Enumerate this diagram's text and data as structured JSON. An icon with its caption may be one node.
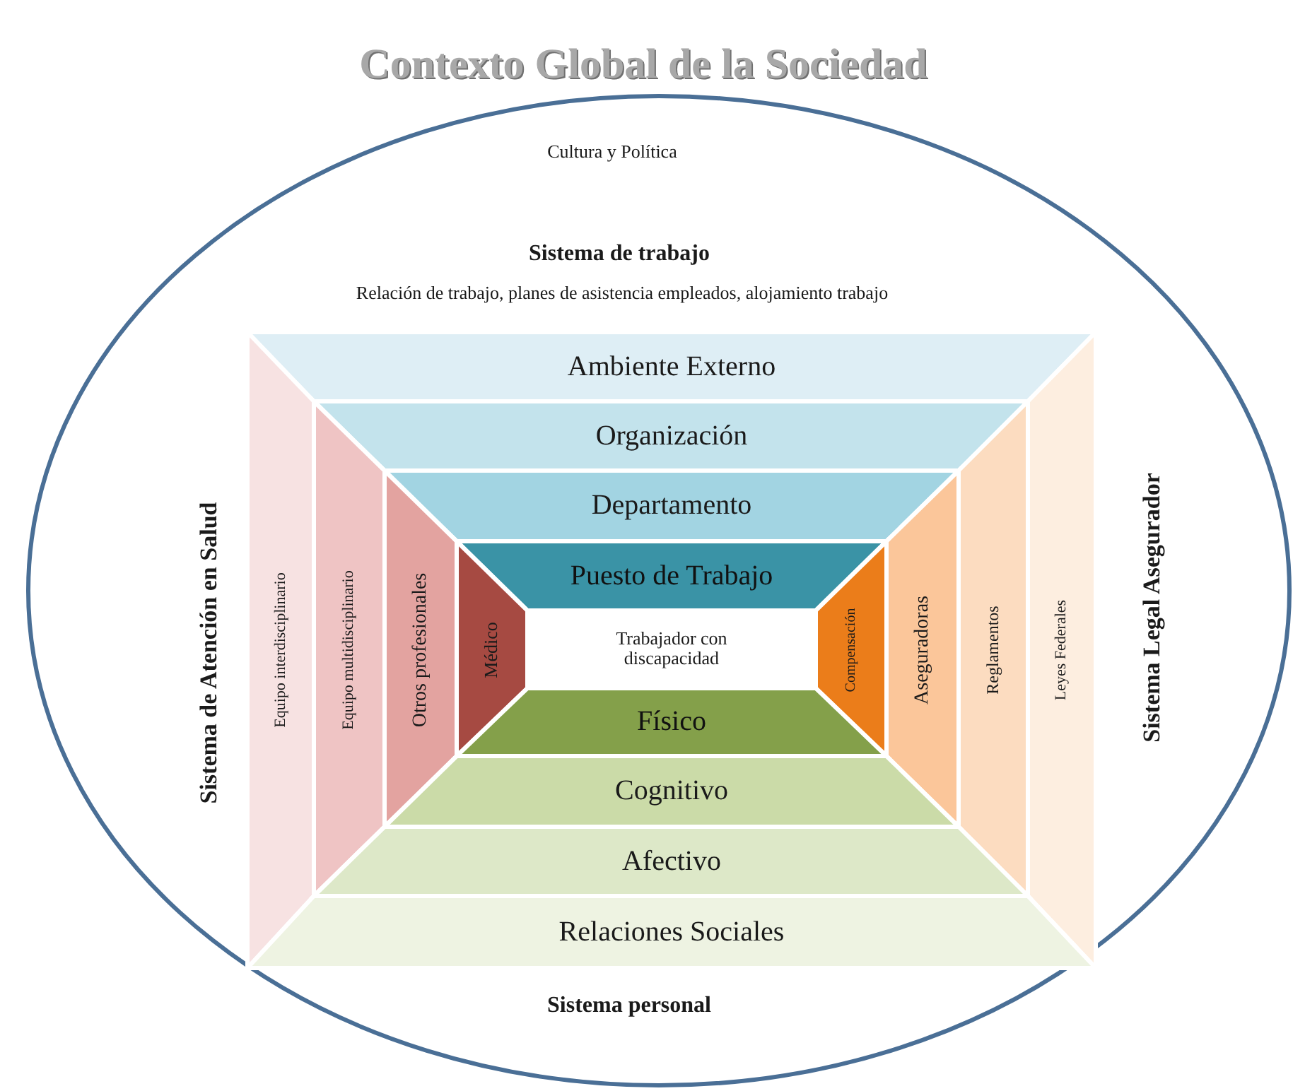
{
  "diagram": {
    "title": "Contexto Global de la Sociedad",
    "nodes": [
      {
        "text": [
          "Cultura y Política",
          "Sistema de trabajo",
          "Relación de trabajo, planes de asistencia empleados, alojamiento trabajo",
          "Sistema de Atención en Salud",
          "Sistema Legal Asegurador",
          "Sistema personal"
        ]
      },
      {
        "text": [
          "Ambiente Externo"
        ],
        "in": 0
      },
      {
        "text": [
          "Organización"
        ],
        "in": 0
      },
      {
        "text": [
          "Departamento"
        ],
        "in": 0
      },
      {
        "text": [
          "Puesto de Trabajo"
        ],
        "in": 0
      },
      {
        "text": [
          "Equipo interdisciplinario"
        ],
        "in": 0
      },
      {
        "text": [
          "Equipo multidisciplinario"
        ],
        "in": 0
      },
      {
        "text": [
          "Otros profesionales"
        ],
        "in": 0
      },
      {
        "text": [
          "Médico"
        ],
        "in": 0
      },
      {
        "text": [
          "Trabajador con discapacidad"
        ],
        "in": 0
      },
      {
        "text": [
          "Compensación"
        ],
        "in": 0
      },
      {
        "text": [
          "Aseguradoras"
        ],
        "in": 0
      },
      {
        "text": [
          "Reglamentos"
        ],
        "in": 0
      },
      {
        "text": [
          "Leyes Federales"
        ],
        "in": 0
      },
      {
        "text": [
          "Físico"
        ],
        "in": 0
      },
      {
        "text": [
          "Cognitivo"
        ],
        "in": 0
      },
      {
        "text": [
          "Afectivo"
        ],
        "in": 0
      },
      {
        "text": [
          "Relaciones Sociales"
        ],
        "in": 0
      }
    ],
    "edges": []
  }
}
